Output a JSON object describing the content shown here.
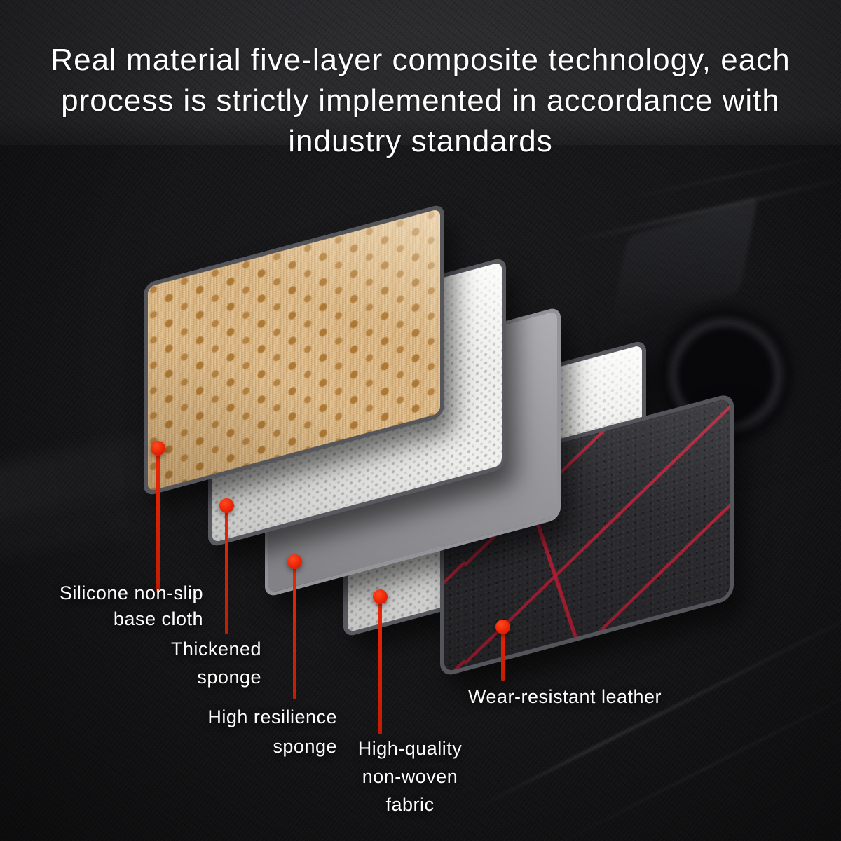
{
  "title": {
    "lines": [
      "Real material five-layer composite technology, each",
      "process is strictly implemented in accordance with",
      "industry standards"
    ]
  },
  "layers": [
    {
      "id": "silicone-base-cloth",
      "callout_lines": [
        "Silicone non-slip",
        "base cloth"
      ],
      "color": "#debb89"
    },
    {
      "id": "thickened-sponge",
      "callout_lines": [
        "Thickened",
        "sponge"
      ],
      "color": "#efefed"
    },
    {
      "id": "high-resilience-sponge",
      "callout_lines": [
        "High resilience",
        "sponge"
      ],
      "color": "#9b9b9f"
    },
    {
      "id": "non-woven-fabric",
      "callout_lines": [
        "High-quality",
        "non-woven",
        "fabric"
      ],
      "color": "#efeeec"
    },
    {
      "id": "wear-resistant-leather",
      "callout_lines": [
        "Wear-resistant leather"
      ],
      "color": "#2c2c30"
    }
  ],
  "accent_colors": {
    "marker_red": "#e42108",
    "stitch_red": "#ce1f39",
    "background": "#141416",
    "title_band": "#28282a",
    "text": "#ffffff"
  }
}
